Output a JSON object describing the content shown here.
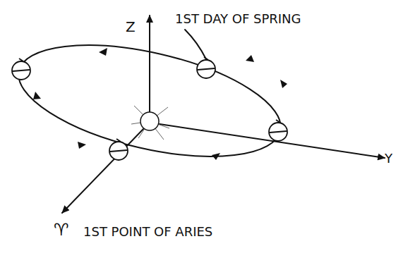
{
  "diagram": {
    "labels": [
      "Z",
      "1ST DAY OF SPRING",
      "Y",
      "♈",
      "1ST POINT OF ARIES"
    ]
  }
}
